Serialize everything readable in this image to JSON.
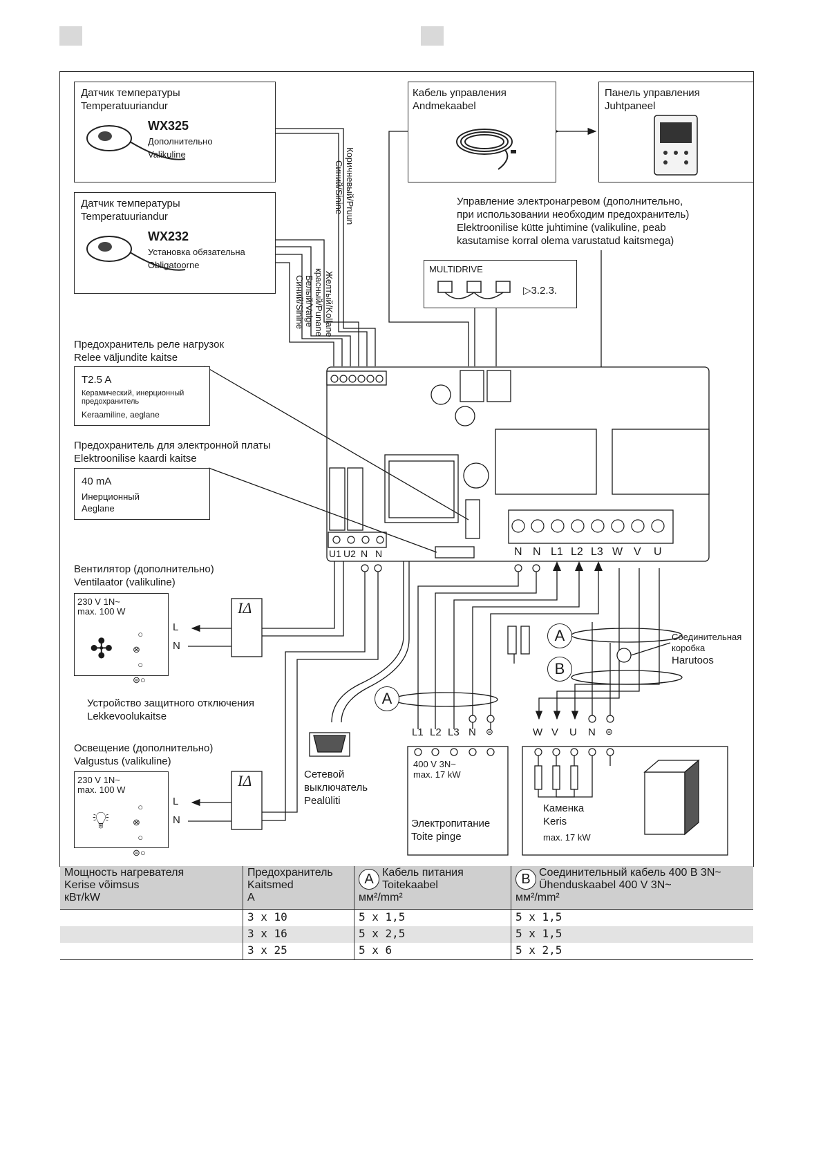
{
  "header": {
    "lang_left": "",
    "lang_right": ""
  },
  "sensor1": {
    "title1": "Датчик температуры",
    "title2": "Temperatuuriandur",
    "model": "WX325",
    "note1": "Дополнительно",
    "note2": "Valikuline"
  },
  "sensor2": {
    "title1": "Датчик температуры",
    "title2": "Temperatuuriandur",
    "model": "WX232",
    "note1": "Установка обязательна",
    "note2": "Obligatoorne"
  },
  "cable": {
    "title1": "Кабель управления",
    "title2": "Andmekaabel"
  },
  "panel": {
    "title1": "Панель управления",
    "title2": "Juhtpaneel"
  },
  "wires": {
    "brown": "Коричневый/Pruun",
    "blue1": "Синий/Sinine",
    "yellow": "Желтый/Kollane",
    "red": "красный/Punane",
    "white": "Белый/Valge",
    "blue2": "Синий/Sinine"
  },
  "electronic_heat": {
    "l1": "Управление электронагревом (дополнительно,",
    "l2": "при использовании необходим предохранитель)",
    "l3": "Elektroonilise kütte juhtimine (valikuline, peab",
    "l4": "kasutamise korral olema varustatud kaitsmega)"
  },
  "multidrive": {
    "label": "MULTIDRIVE",
    "ref": "3.2.3."
  },
  "relay_fuse": {
    "h1": "Предохранитель реле нагрузок",
    "h2": "Relee väljundite kaitse",
    "rating": "T2.5 A",
    "d1": "Керамический, инерционный",
    "d2": "предохранитель",
    "d3": "Keraamiline, aeglane"
  },
  "board_fuse": {
    "h1": "Предохранитель для электронной платы",
    "h2": "Elektroonilise kaardi kaitse",
    "rating": "40 mA",
    "d1": "Инерционный",
    "d2": "Aeglane"
  },
  "terminals_left": [
    "U1",
    "U2",
    "N",
    "N"
  ],
  "terminals_right": [
    "N",
    "N",
    "L1",
    "L2",
    "L3",
    "W",
    "V",
    "U"
  ],
  "fan": {
    "h1": "Вентилятор (дополнительно)",
    "h2": "Ventilaator (valikuline)",
    "spec1": "230 V 1N~",
    "spec2": "max. 100 W",
    "l": "L",
    "n": "N"
  },
  "rcd": {
    "l1": "Устройство защитного отключения",
    "l2": "Lekkevoolukaitse",
    "symbol": "IΔ"
  },
  "light": {
    "h1": "Освещение (дополнительно)",
    "h2": "Valgustus (valikuline)",
    "spec1": "230 V 1N~",
    "spec2": "max. 100 W",
    "l": "L",
    "n": "N"
  },
  "switch": {
    "l1": "Сетевой",
    "l2": "выключатель",
    "l3": "Pealüliti"
  },
  "junction": {
    "l1": "Соединительная",
    "l2": "коробка",
    "l3": "Harutoos"
  },
  "markers": {
    "a": "A",
    "b": "B"
  },
  "supply": {
    "terms": [
      "L1",
      "L2",
      "L3",
      "N"
    ],
    "spec1": "400 V 3N~",
    "spec2": "max. 17 kW",
    "l1": "Электропитание",
    "l2": "Toite pinge"
  },
  "heater": {
    "terms": [
      "W",
      "V",
      "U",
      "N"
    ],
    "l1": "Каменка",
    "l2": "Keris",
    "spec": "max. 17 kW"
  },
  "table": {
    "h1": [
      "Мощность нагревателя",
      "Kerise võimsus",
      "кВт/kW"
    ],
    "h2": [
      "Предохранитель",
      "Kaitsmed",
      "A"
    ],
    "h3": [
      "Кабель питания",
      "Toitekaabel",
      "мм²/mm²"
    ],
    "h4": [
      "Соединительный кабель 400 В 3N~",
      "Ühenduskaabel 400 V 3N~",
      "мм²/mm²"
    ],
    "rows": [
      [
        "",
        "3 x 10",
        "5 x 1,5",
        "5 x 1,5"
      ],
      [
        "",
        "3 x 16",
        "5 x 2,5",
        "5 x 1,5"
      ],
      [
        "",
        "3 x 25",
        "5 x 6",
        "5 x 2,5"
      ]
    ]
  }
}
